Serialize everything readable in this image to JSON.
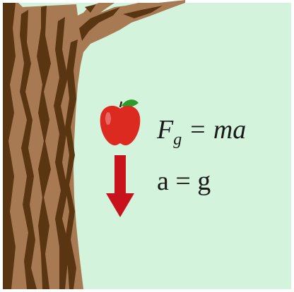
{
  "colors": {
    "background": "#d3f3dc",
    "bark": "#a87a53",
    "bark_dark": "#5a3511",
    "apple": "#dd2a21",
    "apple_leaf": "#2e9a2a",
    "arrow": "#c8121c"
  },
  "equations": {
    "force": {
      "base": "F",
      "subscript": "g",
      "rest": " = ma"
    },
    "acceleration": "a = g"
  },
  "icons": {
    "tree": "tree-trunk-icon",
    "apple": "apple-icon",
    "arrow": "down-arrow-icon"
  }
}
